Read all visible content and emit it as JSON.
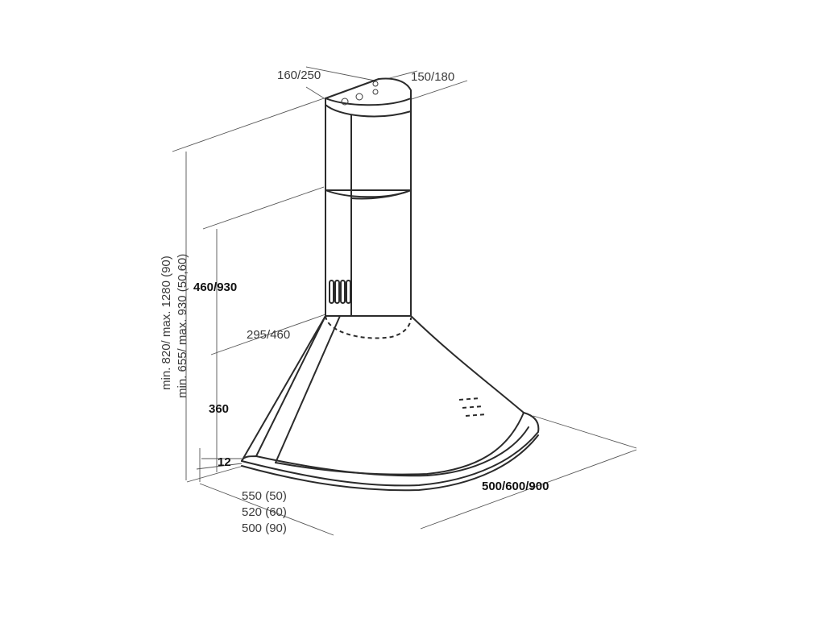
{
  "diagram": {
    "labels": {
      "pipe_width": "160/250",
      "pipe_depth": "150/180",
      "upper_chimney": "460/930",
      "lower_chimney": "295/460",
      "canopy_height": "360",
      "rim": "12",
      "width": "500/600/900",
      "depth_1": "550 (50)",
      "depth_2": "520 (60)",
      "depth_3": "500 (90)",
      "height_range_1": "min. 820/ max. 1280 (90)",
      "height_range_2": "min. 655/ max. 930 (50,60)"
    },
    "colors": {
      "line": "#2b2b2b",
      "text": "#3a3a3a",
      "background": "#ffffff"
    }
  }
}
